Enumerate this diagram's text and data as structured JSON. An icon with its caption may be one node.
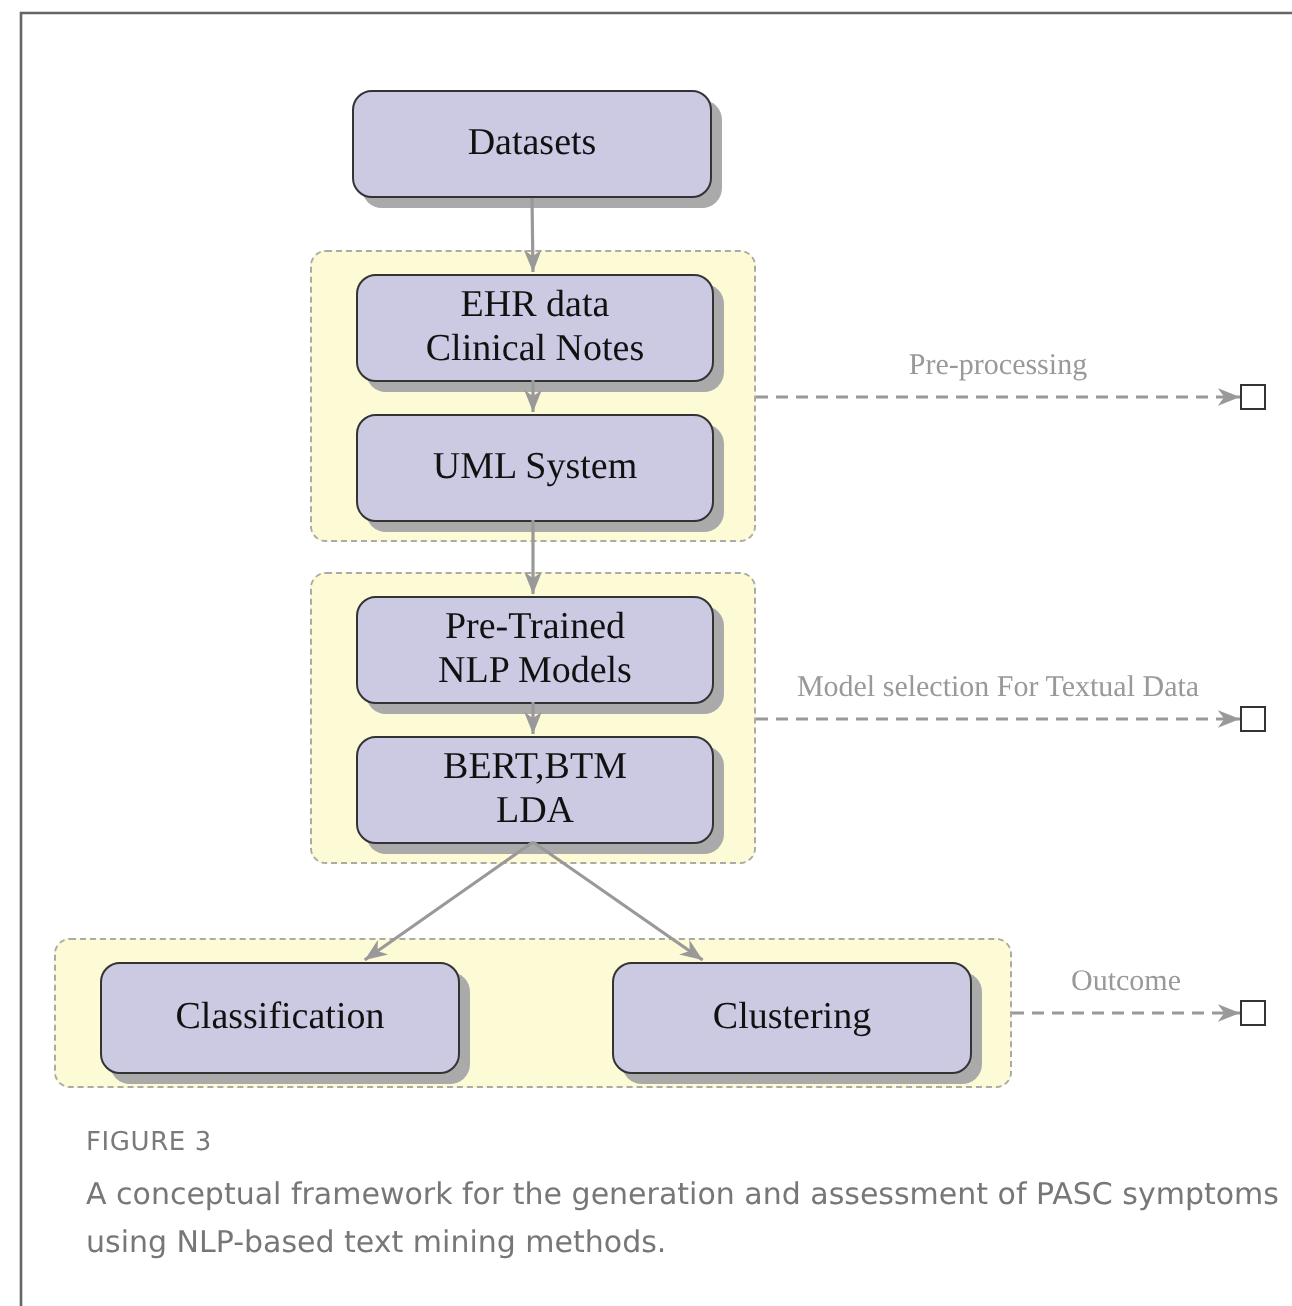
{
  "diagram": {
    "caption": "A conceptual framework for the generation and assessment of PASC symptoms using NLP-based text mining methods.",
    "nodes": [
      {
        "text": [
          "Datasets"
        ]
      },
      {
        "text": [],
        "shape": "box"
      },
      {
        "text": [
          "EHR data Clinical Notes"
        ],
        "in": 1
      },
      {
        "text": [
          "UML System"
        ],
        "in": 1
      },
      {
        "text": [],
        "shape": "box"
      },
      {
        "text": [],
        "shape": "box"
      },
      {
        "text": [
          "Pre-Trained NLP Models"
        ],
        "in": 5
      },
      {
        "text": [
          "BERT,BTM LDA"
        ],
        "in": 5
      },
      {
        "text": [],
        "shape": "box"
      },
      {
        "text": [],
        "shape": "box"
      },
      {
        "text": [
          "Classification"
        ],
        "in": 9
      },
      {
        "text": [
          "Clustering"
        ],
        "in": 9
      },
      {
        "text": [],
        "shape": "box"
      }
    ],
    "edges": [
      {
        "from": 0,
        "to": 2,
        "arrow": "to"
      },
      {
        "from": 2,
        "to": 3,
        "arrow": "to"
      },
      {
        "from": 3,
        "to": 6,
        "arrow": "to"
      },
      {
        "from": 6,
        "to": 7,
        "arrow": "to"
      },
      {
        "from": 7,
        "to": 10,
        "arrow": "to"
      },
      {
        "from": 7,
        "to": 11,
        "arrow": "to"
      },
      {
        "from": 1,
        "to": 4,
        "arrow": "to",
        "label": "Pre-processing",
        "style": "dashed"
      },
      {
        "from": 5,
        "to": 8,
        "arrow": "to",
        "label": "Model selection For Textual Data",
        "style": "dashed"
      },
      {
        "from": 9,
        "to": 12,
        "arrow": "to",
        "label": "Outcome",
        "style": "dashed"
      }
    ],
    "labels": [
      "FIGURE 3"
    ]
  }
}
